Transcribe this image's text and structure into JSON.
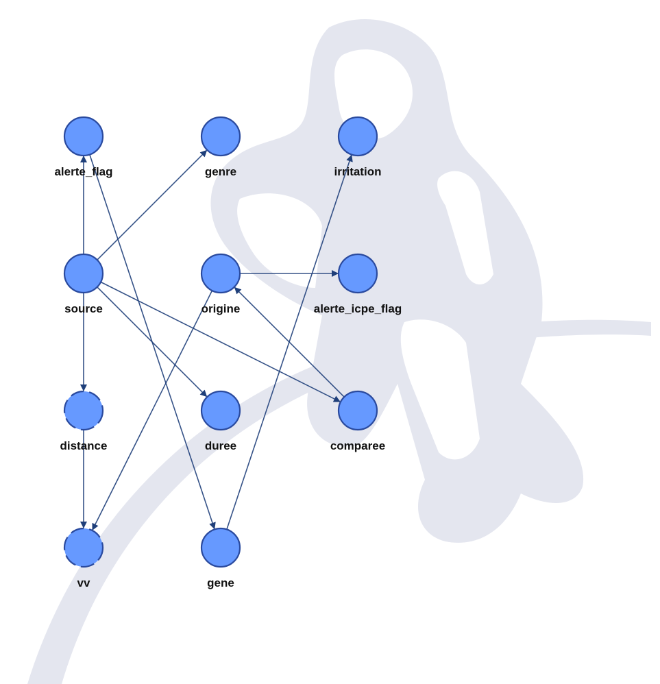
{
  "graph": {
    "colors": {
      "node_fill": "#6699ff",
      "node_stroke": "#2a4a9e",
      "edge": "#1f3f7a",
      "watermark": "#e4e6ef"
    },
    "watermark_icon": "thinker-statue-logo",
    "nodes": [
      {
        "id": "alerte_flag",
        "label": "alerte_flag",
        "border": "solid"
      },
      {
        "id": "genre",
        "label": "genre",
        "border": "solid"
      },
      {
        "id": "irritation",
        "label": "irritation",
        "border": "solid"
      },
      {
        "id": "source",
        "label": "source",
        "border": "solid"
      },
      {
        "id": "origine",
        "label": "origine",
        "border": "solid"
      },
      {
        "id": "alerte_icpe_flag",
        "label": "alerte_icpe_flag",
        "border": "solid"
      },
      {
        "id": "distance",
        "label": "distance",
        "border": "dashed"
      },
      {
        "id": "duree",
        "label": "duree",
        "border": "solid"
      },
      {
        "id": "comparee",
        "label": "comparee",
        "border": "solid"
      },
      {
        "id": "vv",
        "label": "vv",
        "border": "dashed"
      },
      {
        "id": "gene",
        "label": "gene",
        "border": "solid"
      }
    ],
    "edges": [
      {
        "from": "source",
        "to": "alerte_flag"
      },
      {
        "from": "source",
        "to": "genre"
      },
      {
        "from": "source",
        "to": "distance"
      },
      {
        "from": "source",
        "to": "duree"
      },
      {
        "from": "source",
        "to": "comparee"
      },
      {
        "from": "alerte_flag",
        "to": "gene"
      },
      {
        "from": "origine",
        "to": "alerte_icpe_flag"
      },
      {
        "from": "origine",
        "to": "vv"
      },
      {
        "from": "comparee",
        "to": "origine"
      },
      {
        "from": "gene",
        "to": "irritation"
      },
      {
        "from": "distance",
        "to": "vv"
      }
    ]
  }
}
